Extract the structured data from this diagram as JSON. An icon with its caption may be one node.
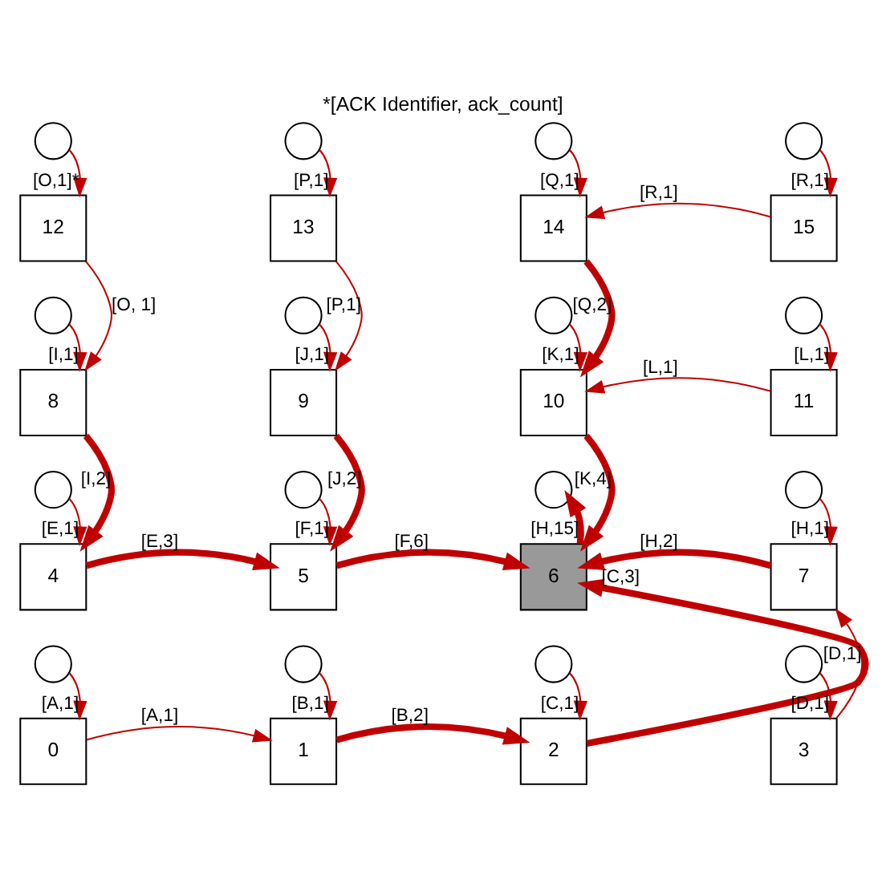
{
  "diagram": {
    "title": "*[ACK Identifier, ack_count]",
    "nodes": [
      {
        "text": [],
        "shape": "circle"
      },
      {
        "text": [
          "12"
        ]
      },
      {
        "text": [],
        "shape": "circle"
      },
      {
        "text": [
          "13"
        ]
      },
      {
        "text": [],
        "shape": "circle"
      },
      {
        "text": [
          "14"
        ]
      },
      {
        "text": [],
        "shape": "circle"
      },
      {
        "text": [
          "15"
        ]
      },
      {
        "text": [],
        "shape": "circle"
      },
      {
        "text": [
          "8"
        ]
      },
      {
        "text": [],
        "shape": "circle"
      },
      {
        "text": [
          "9"
        ]
      },
      {
        "text": [],
        "shape": "circle"
      },
      {
        "text": [
          "10"
        ]
      },
      {
        "text": [],
        "shape": "circle"
      },
      {
        "text": [
          "11"
        ]
      },
      {
        "text": [],
        "shape": "circle"
      },
      {
        "text": [
          "4"
        ]
      },
      {
        "text": [],
        "shape": "circle"
      },
      {
        "text": [
          "5"
        ]
      },
      {
        "text": [],
        "shape": "circle"
      },
      {
        "text": [
          "6"
        ]
      },
      {
        "text": [],
        "shape": "circle"
      },
      {
        "text": [
          "7"
        ]
      },
      {
        "text": [],
        "shape": "circle"
      },
      {
        "text": [
          "0"
        ]
      },
      {
        "text": [],
        "shape": "circle"
      },
      {
        "text": [
          "1"
        ]
      },
      {
        "text": [],
        "shape": "circle"
      },
      {
        "text": [
          "2"
        ]
      },
      {
        "text": [],
        "shape": "circle"
      },
      {
        "text": [
          "3"
        ]
      }
    ],
    "edges": [
      {
        "from": 0,
        "to": 1,
        "arrow": "to",
        "label": "[O,1]*"
      },
      {
        "from": 2,
        "to": 3,
        "arrow": "to",
        "label": "[P,1]"
      },
      {
        "from": 4,
        "to": 5,
        "arrow": "to",
        "label": "[Q,1]"
      },
      {
        "from": 6,
        "to": 7,
        "arrow": "to",
        "label": "[R,1]"
      },
      {
        "from": 7,
        "to": 5,
        "arrow": "to",
        "label": "[R,1]"
      },
      {
        "from": 1,
        "to": 9,
        "arrow": "to",
        "label": "[O, 1]"
      },
      {
        "from": 3,
        "to": 11,
        "arrow": "to",
        "label": "[P,1]"
      },
      {
        "from": 5,
        "to": 13,
        "arrow": "to",
        "label": "[Q,2]",
        "style": "thick"
      },
      {
        "from": 8,
        "to": 9,
        "arrow": "to",
        "label": "[I,1]"
      },
      {
        "from": 10,
        "to": 11,
        "arrow": "to",
        "label": "[J,1]"
      },
      {
        "from": 12,
        "to": 13,
        "arrow": "to",
        "label": "[K,1]"
      },
      {
        "from": 14,
        "to": 15,
        "arrow": "to",
        "label": "[L,1]"
      },
      {
        "from": 15,
        "to": 13,
        "arrow": "to",
        "label": "[L,1]"
      },
      {
        "from": 9,
        "to": 17,
        "arrow": "to",
        "label": "[I,2]",
        "style": "thick"
      },
      {
        "from": 11,
        "to": 19,
        "arrow": "to",
        "label": "[J,2]",
        "style": "thick"
      },
      {
        "from": 13,
        "to": 21,
        "arrow": "to",
        "label": "[K,4]",
        "style": "thick"
      },
      {
        "from": 16,
        "to": 17,
        "arrow": "to",
        "label": "[E,1]"
      },
      {
        "from": 18,
        "to": 19,
        "arrow": "to",
        "label": "[F,1]"
      },
      {
        "from": 21,
        "to": 20,
        "arrow": "to",
        "label": "[H,15]",
        "style": "thick"
      },
      {
        "from": 22,
        "to": 23,
        "arrow": "to",
        "label": "[H,1]"
      },
      {
        "from": 17,
        "to": 19,
        "arrow": "to",
        "label": "[E,3]",
        "style": "thick"
      },
      {
        "from": 19,
        "to": 21,
        "arrow": "to",
        "label": "[F,6]",
        "style": "thick"
      },
      {
        "from": 23,
        "to": 21,
        "arrow": "to",
        "label": "[H,2]",
        "style": "thick"
      },
      {
        "from": 24,
        "to": 25,
        "arrow": "to",
        "label": "[A,1]"
      },
      {
        "from": 26,
        "to": 27,
        "arrow": "to",
        "label": "[B,1]"
      },
      {
        "from": 28,
        "to": 29,
        "arrow": "to",
        "label": "[C,1]"
      },
      {
        "from": 30,
        "to": 31,
        "arrow": "to",
        "label": "[D,1]"
      },
      {
        "from": 25,
        "to": 27,
        "arrow": "to",
        "label": "[A,1]"
      },
      {
        "from": 27,
        "to": 29,
        "arrow": "to",
        "label": "[B,2]",
        "style": "thick"
      },
      {
        "from": 29,
        "to": 21,
        "arrow": "to",
        "label": "[C,3]",
        "style": "thick"
      },
      {
        "from": 31,
        "to": 23,
        "arrow": "to",
        "label": "[D,1]"
      }
    ]
  }
}
